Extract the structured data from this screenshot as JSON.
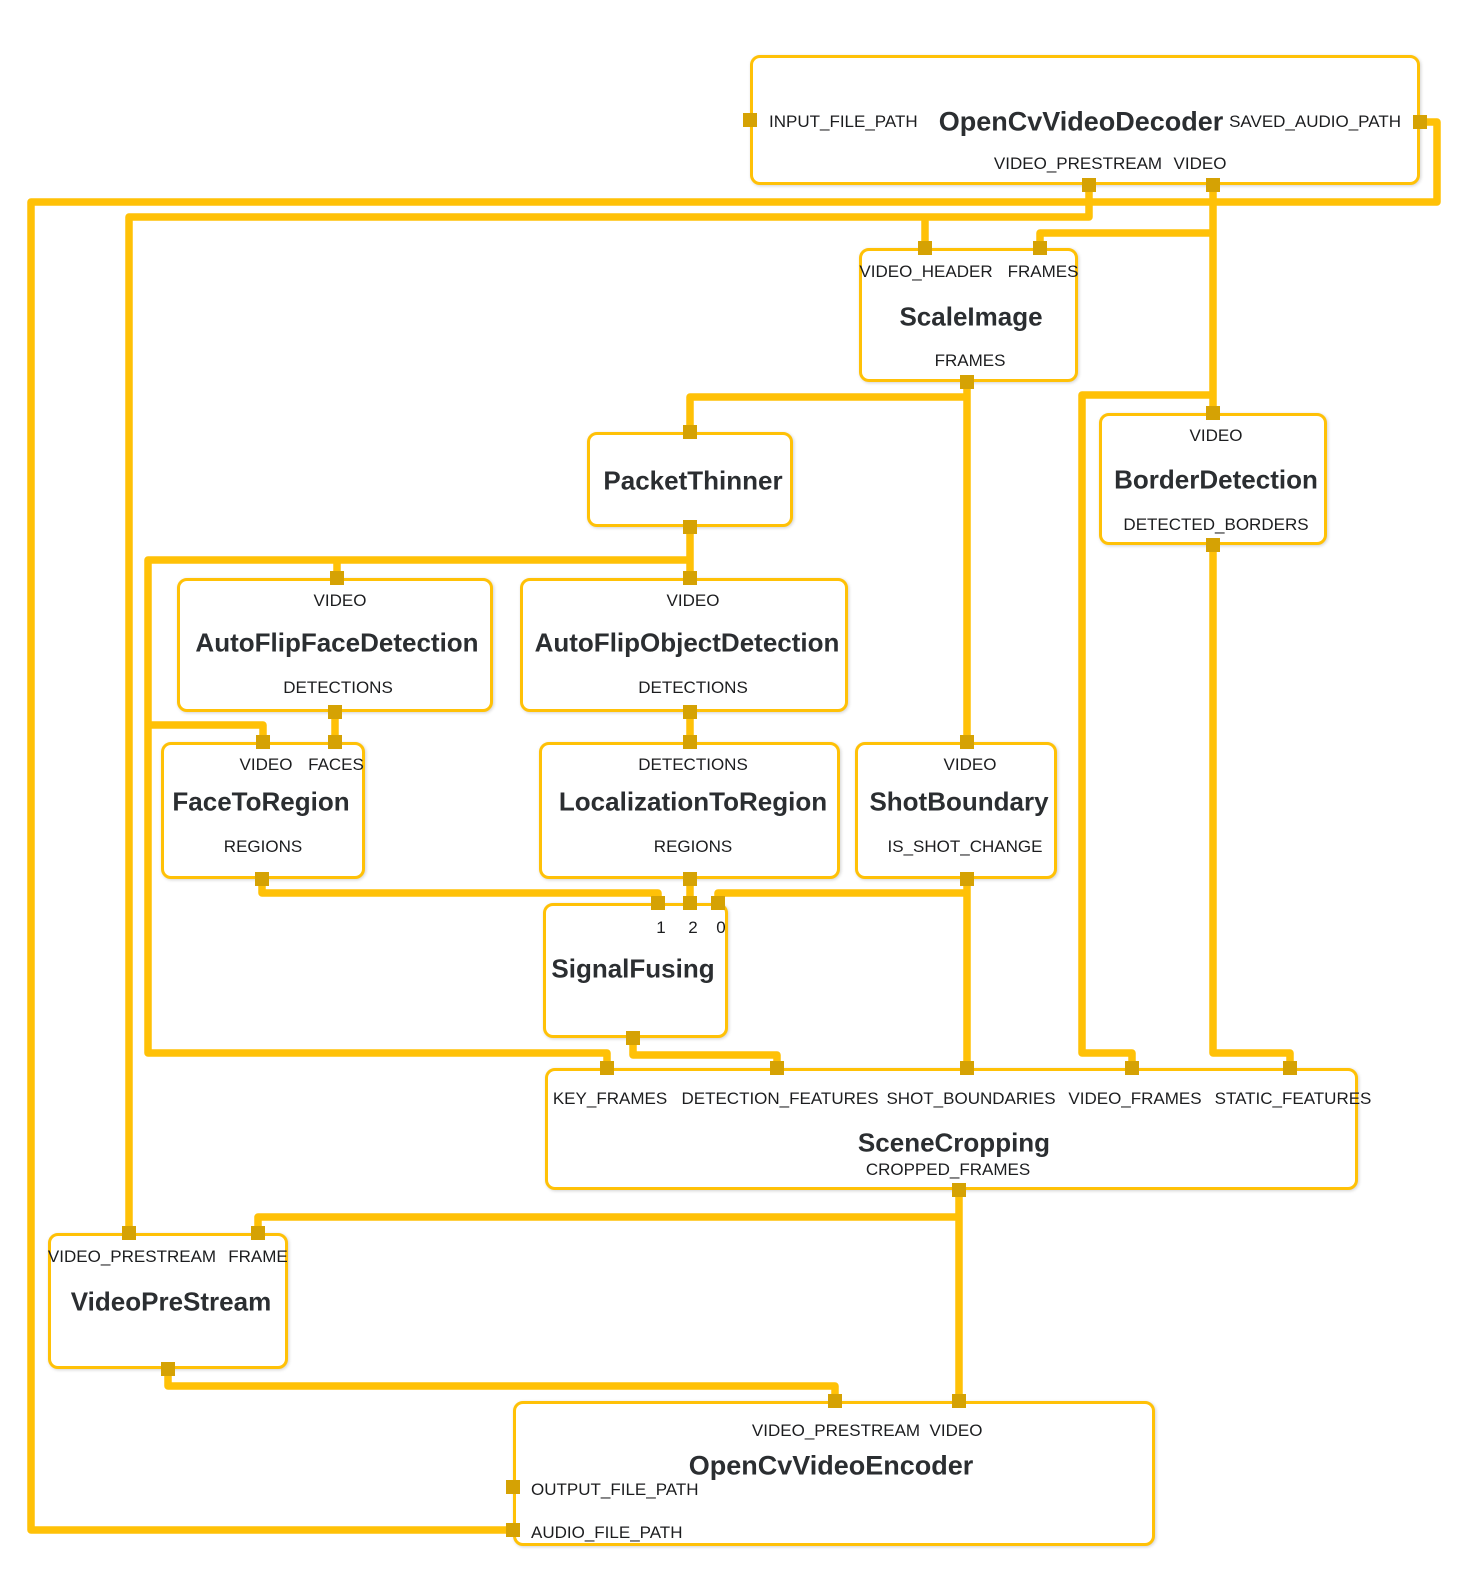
{
  "diagram": {
    "type": "mediapipe-graph",
    "edge_color": "#FFC107",
    "port_color": "#D5A204",
    "node_border_color": "#FFC107",
    "title_color": "#2b2e31",
    "background": "#ffffff"
  },
  "nodes": [
    {
      "id": "open-cv-video-decoder",
      "title": "OpenCvVideoDecoder",
      "ports": {
        "input_file_path": "INPUT_FILE_PATH",
        "saved_audio_path": "SAVED_AUDIO_PATH",
        "video_prestream": "VIDEO_PRESTREAM",
        "video": "VIDEO"
      }
    },
    {
      "id": "scale-image",
      "title": "ScaleImage",
      "ports": {
        "video_header": "VIDEO_HEADER",
        "frames_in": "FRAMES",
        "frames_out": "FRAMES"
      }
    },
    {
      "id": "packet-thinner",
      "title": "PacketThinner",
      "ports": {}
    },
    {
      "id": "border-detection",
      "title": "BorderDetection",
      "ports": {
        "video": "VIDEO",
        "detected_borders": "DETECTED_BORDERS"
      }
    },
    {
      "id": "auto-flip-face-detection",
      "title": "AutoFlipFaceDetection",
      "ports": {
        "video": "VIDEO",
        "detections": "DETECTIONS"
      }
    },
    {
      "id": "auto-flip-object-detection",
      "title": "AutoFlipObjectDetection",
      "ports": {
        "video": "VIDEO",
        "detections": "DETECTIONS"
      }
    },
    {
      "id": "face-to-region",
      "title": "FaceToRegion",
      "ports": {
        "video": "VIDEO",
        "faces": "FACES",
        "regions": "REGIONS"
      }
    },
    {
      "id": "localization-to-region",
      "title": "LocalizationToRegion",
      "ports": {
        "detections": "DETECTIONS",
        "regions": "REGIONS"
      }
    },
    {
      "id": "shot-boundary",
      "title": "ShotBoundary",
      "ports": {
        "video": "VIDEO",
        "is_shot_change": "IS_SHOT_CHANGE"
      }
    },
    {
      "id": "signal-fusing",
      "title": "SignalFusing",
      "ports": {
        "in_1": "1",
        "in_2": "2",
        "in_0": "0"
      }
    },
    {
      "id": "scene-cropping",
      "title": "SceneCropping",
      "ports": {
        "key_frames": "KEY_FRAMES",
        "detection_features": "DETECTION_FEATURES",
        "shot_boundaries": "SHOT_BOUNDARIES",
        "video_frames": "VIDEO_FRAMES",
        "static_features": "STATIC_FEATURES",
        "cropped_frames": "CROPPED_FRAMES"
      }
    },
    {
      "id": "video-pre-stream",
      "title": "VideoPreStream",
      "ports": {
        "video_prestream": "VIDEO_PRESTREAM",
        "frame": "FRAME"
      }
    },
    {
      "id": "open-cv-video-encoder",
      "title": "OpenCvVideoEncoder",
      "ports": {
        "video_prestream": "VIDEO_PRESTREAM",
        "video": "VIDEO",
        "output_file_path": "OUTPUT_FILE_PATH",
        "audio_file_path": "AUDIO_FILE_PATH"
      }
    }
  ],
  "edges": [
    {
      "from": "OpenCvVideoDecoder.VIDEO_PRESTREAM",
      "to": "ScaleImage.VIDEO_HEADER"
    },
    {
      "from": "OpenCvVideoDecoder.VIDEO_PRESTREAM",
      "to": "VideoPreStream.VIDEO_PRESTREAM"
    },
    {
      "from": "OpenCvVideoDecoder.VIDEO",
      "to": "ScaleImage.FRAMES"
    },
    {
      "from": "OpenCvVideoDecoder.VIDEO",
      "to": "BorderDetection.VIDEO"
    },
    {
      "from": "OpenCvVideoDecoder.VIDEO",
      "to": "SceneCropping.VIDEO_FRAMES"
    },
    {
      "from": "OpenCvVideoDecoder.SAVED_AUDIO_PATH",
      "to": "OpenCvVideoEncoder.AUDIO_FILE_PATH"
    },
    {
      "from": "ScaleImage.FRAMES",
      "to": "PacketThinner"
    },
    {
      "from": "ScaleImage.FRAMES",
      "to": "ShotBoundary.VIDEO"
    },
    {
      "from": "PacketThinner",
      "to": "AutoFlipFaceDetection.VIDEO"
    },
    {
      "from": "PacketThinner",
      "to": "AutoFlipObjectDetection.VIDEO"
    },
    {
      "from": "PacketThinner",
      "to": "FaceToRegion.VIDEO"
    },
    {
      "from": "PacketThinner",
      "to": "SceneCropping.KEY_FRAMES"
    },
    {
      "from": "AutoFlipFaceDetection.DETECTIONS",
      "to": "FaceToRegion.FACES"
    },
    {
      "from": "AutoFlipObjectDetection.DETECTIONS",
      "to": "LocalizationToRegion.DETECTIONS"
    },
    {
      "from": "FaceToRegion.REGIONS",
      "to": "SignalFusing.1"
    },
    {
      "from": "LocalizationToRegion.REGIONS",
      "to": "SignalFusing.2"
    },
    {
      "from": "ShotBoundary.IS_SHOT_CHANGE",
      "to": "SignalFusing.0"
    },
    {
      "from": "ShotBoundary.IS_SHOT_CHANGE",
      "to": "SceneCropping.SHOT_BOUNDARIES"
    },
    {
      "from": "BorderDetection.DETECTED_BORDERS",
      "to": "SceneCropping.STATIC_FEATURES"
    },
    {
      "from": "SignalFusing",
      "to": "SceneCropping.DETECTION_FEATURES"
    },
    {
      "from": "SceneCropping.CROPPED_FRAMES",
      "to": "VideoPreStream.FRAME"
    },
    {
      "from": "SceneCropping.CROPPED_FRAMES",
      "to": "OpenCvVideoEncoder.VIDEO"
    },
    {
      "from": "VideoPreStream",
      "to": "OpenCvVideoEncoder.VIDEO_PRESTREAM"
    }
  ]
}
